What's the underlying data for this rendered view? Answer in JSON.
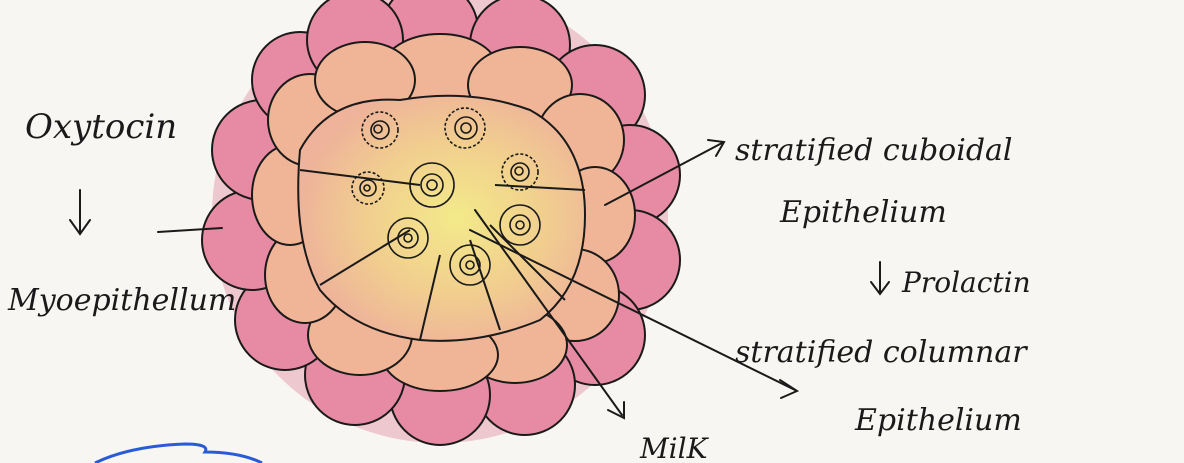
{
  "diagram": {
    "labels": {
      "oxytocin": "Oxytocin",
      "myoepithelium": "Myoepithellum",
      "stratified_cuboidal_1": "stratified cuboidal",
      "stratified_cuboidal_2": "Epithelium",
      "prolactin": "Prolactin",
      "stratified_columnar_1": "stratified columnar",
      "stratified_columnar_2": "Epithelium",
      "milk": "MilK"
    },
    "colors": {
      "outer_pink": "#e58aa2",
      "mid_peach": "#f0b08a",
      "inner_yellow": "#f2e08a",
      "ink": "#1a1a1a",
      "blue_scribble": "#2a5bd7"
    }
  }
}
